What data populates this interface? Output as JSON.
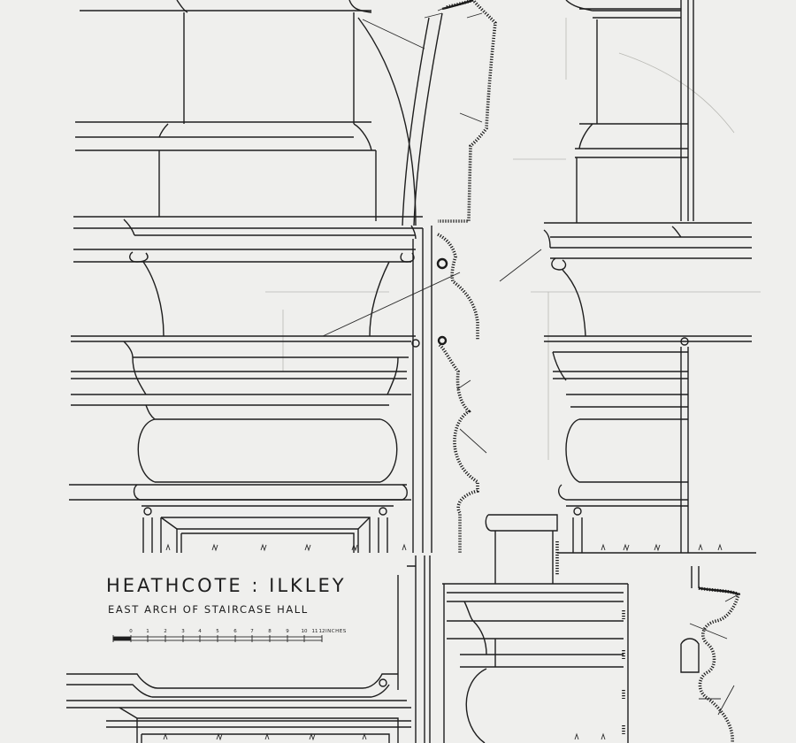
{
  "sheet": {
    "title": "HEATHCOTE : ILKLEY",
    "subtitle": "EAST ARCH OF STAIRCASE HALL",
    "scale": {
      "ticks": [
        "0",
        "1",
        "2",
        "3",
        "4",
        "5",
        "6",
        "7",
        "8",
        "9",
        "10",
        "11",
        "12"
      ],
      "unit": "INCHES"
    }
  },
  "colors": {
    "paper": "#efefed",
    "ink": "#1e1e1e"
  }
}
